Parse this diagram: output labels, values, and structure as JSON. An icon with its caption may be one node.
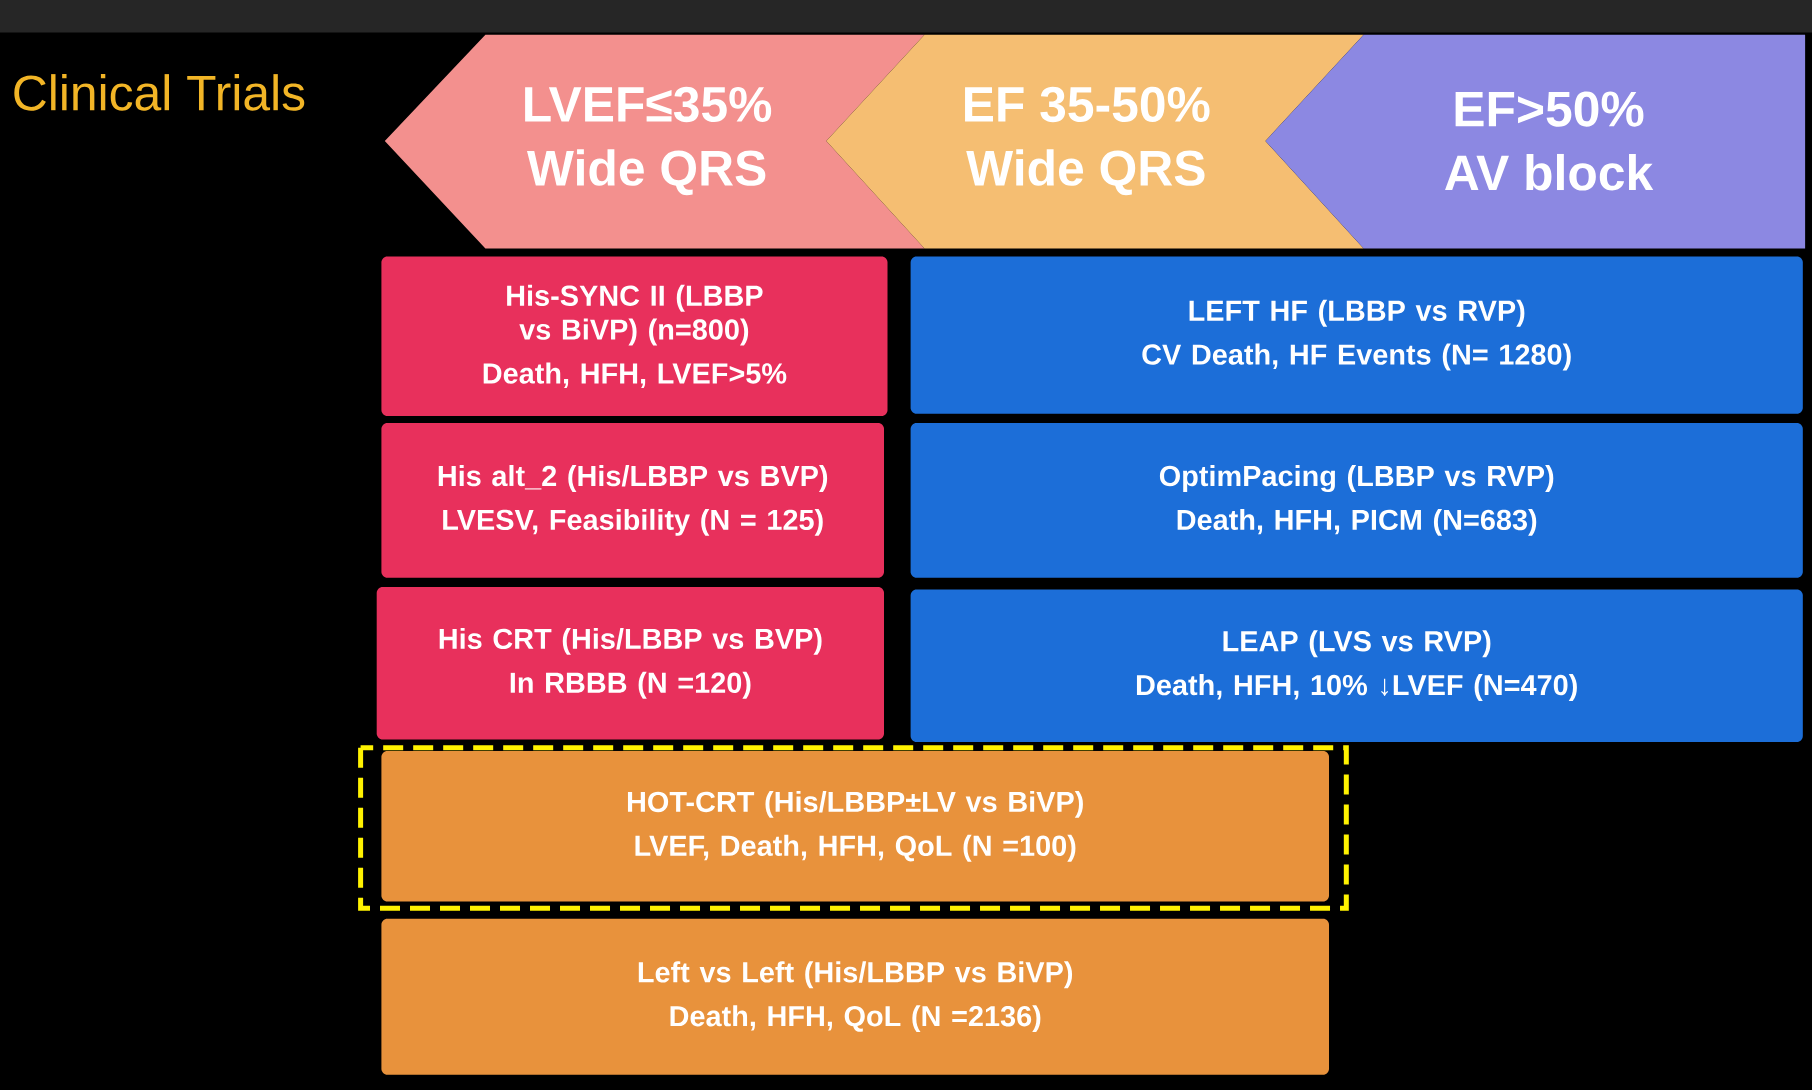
{
  "diagram": {
    "title": "Clinical Trials",
    "nodes": [
      {
        "text": [
          "LVEF≤35%",
          "Wide QRS"
        ]
      },
      {
        "text": [
          "EF 35-50%",
          "Wide QRS"
        ]
      },
      {
        "text": [
          "EF>50%",
          "AV block"
        ]
      },
      {
        "text": [
          "His-SYNC II (LBBP vs BiVP) (n=800)",
          "Death, HFH, LVEF>5%"
        ]
      },
      {
        "text": [
          "LEFT HF (LBBP vs RVP)",
          "CV Death, HF Events (N= 1280)"
        ]
      },
      {
        "text": [
          "His alt_2 (His/LBBP vs BVP)",
          "LVESV, Feasibility (N = 125)"
        ]
      },
      {
        "text": [
          "OptimPacing (LBBP vs RVP)",
          "Death, HFH, PICM (N=683)"
        ]
      },
      {
        "text": [
          "His CRT (His/LBBP vs BVP)",
          "In RBBB (N =120)"
        ]
      },
      {
        "text": [
          "LEAP (LVS vs RVP)",
          "Death, HFH, 10% ↓LVEF (N=470)"
        ]
      },
      {
        "text": [
          "HOT-CRT (His/LBBP±LV vs BiVP)",
          "LVEF, Death, HFH, QoL (N =100)"
        ]
      },
      {
        "text": [
          "Left vs Left (His/LBBP vs BiVP)",
          "Death, HFH, QoL (N =2136)"
        ]
      }
    ]
  }
}
